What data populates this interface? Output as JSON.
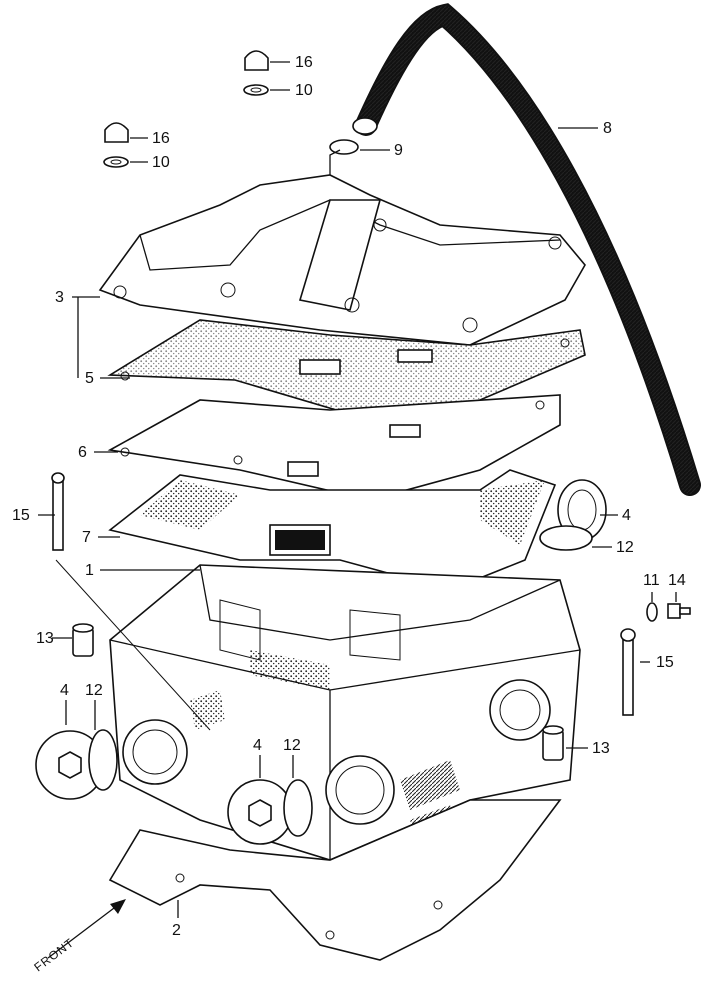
{
  "labels": {
    "l16a": "16",
    "l10a": "10",
    "l16b": "16",
    "l10b": "10",
    "l9": "9",
    "l8": "8",
    "l3": "3",
    "l5": "5",
    "l6": "6",
    "l15a": "15",
    "l7": "7",
    "l4a": "4",
    "l1": "1",
    "l12a": "12",
    "l11": "11",
    "l14": "14",
    "l13a": "13",
    "l15b": "15",
    "l4b": "4",
    "l12b": "12",
    "l4c": "4",
    "l12c": "12",
    "l13b": "13",
    "l2": "2"
  },
  "front_text": "FRONT"
}
